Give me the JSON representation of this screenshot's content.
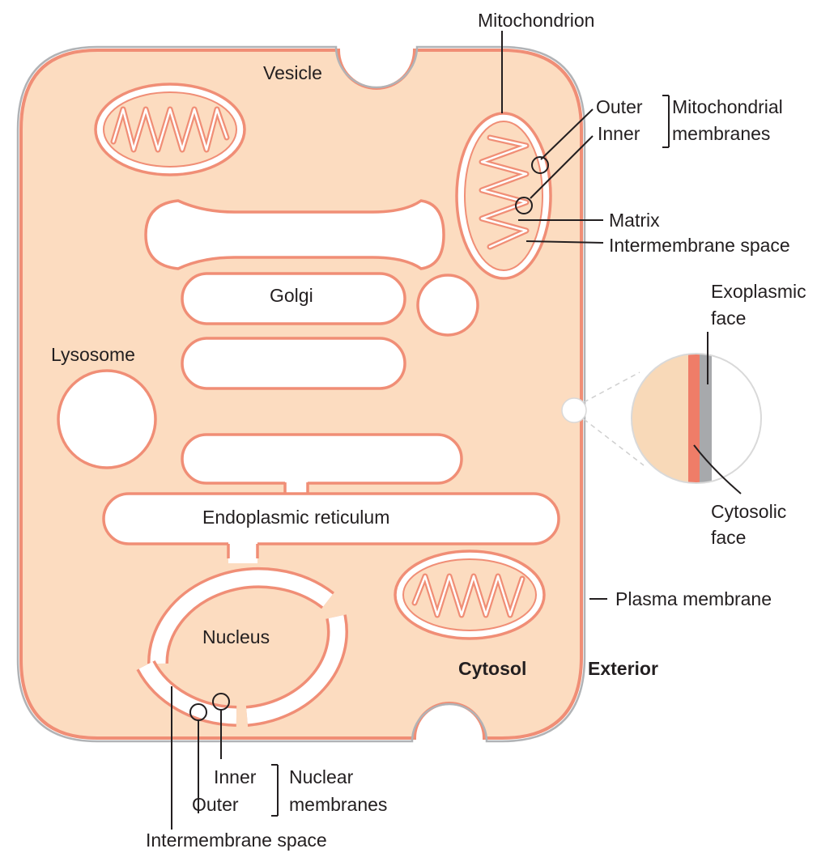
{
  "labels": {
    "mitochondrion": "Mitochondrion",
    "vesicle": "Vesicle",
    "outer": "Outer",
    "inner": "Inner",
    "mitochondrial": "Mitochondrial",
    "membranes": "membranes",
    "matrix": "Matrix",
    "intermembrane_space_mito": "Intermembrane space",
    "exoplasmic": "Exoplasmic",
    "exoplasmic_face": "face",
    "golgi": "Golgi",
    "lysosome": "Lysosome",
    "endoplasmic_reticulum": "Endoplasmic reticulum",
    "cytosolic": "Cytosolic",
    "cytosolic_face": "face",
    "plasma_membrane": "Plasma membrane",
    "nucleus": "Nucleus",
    "cytosol": "Cytosol",
    "exterior": "Exterior",
    "nuclear_inner": "Inner",
    "nuclear_outer": "Outer",
    "nuclear": "Nuclear",
    "nuclear_membranes": "membranes",
    "intermembrane_space_nuclear": "Intermembrane space"
  },
  "colors": {
    "cytosol_fill": "#fcdcc0",
    "membrane": "#f08e76",
    "outer_leaflet": "#b1b3b6",
    "lumen": "#ffffff",
    "text": "#231f20"
  }
}
